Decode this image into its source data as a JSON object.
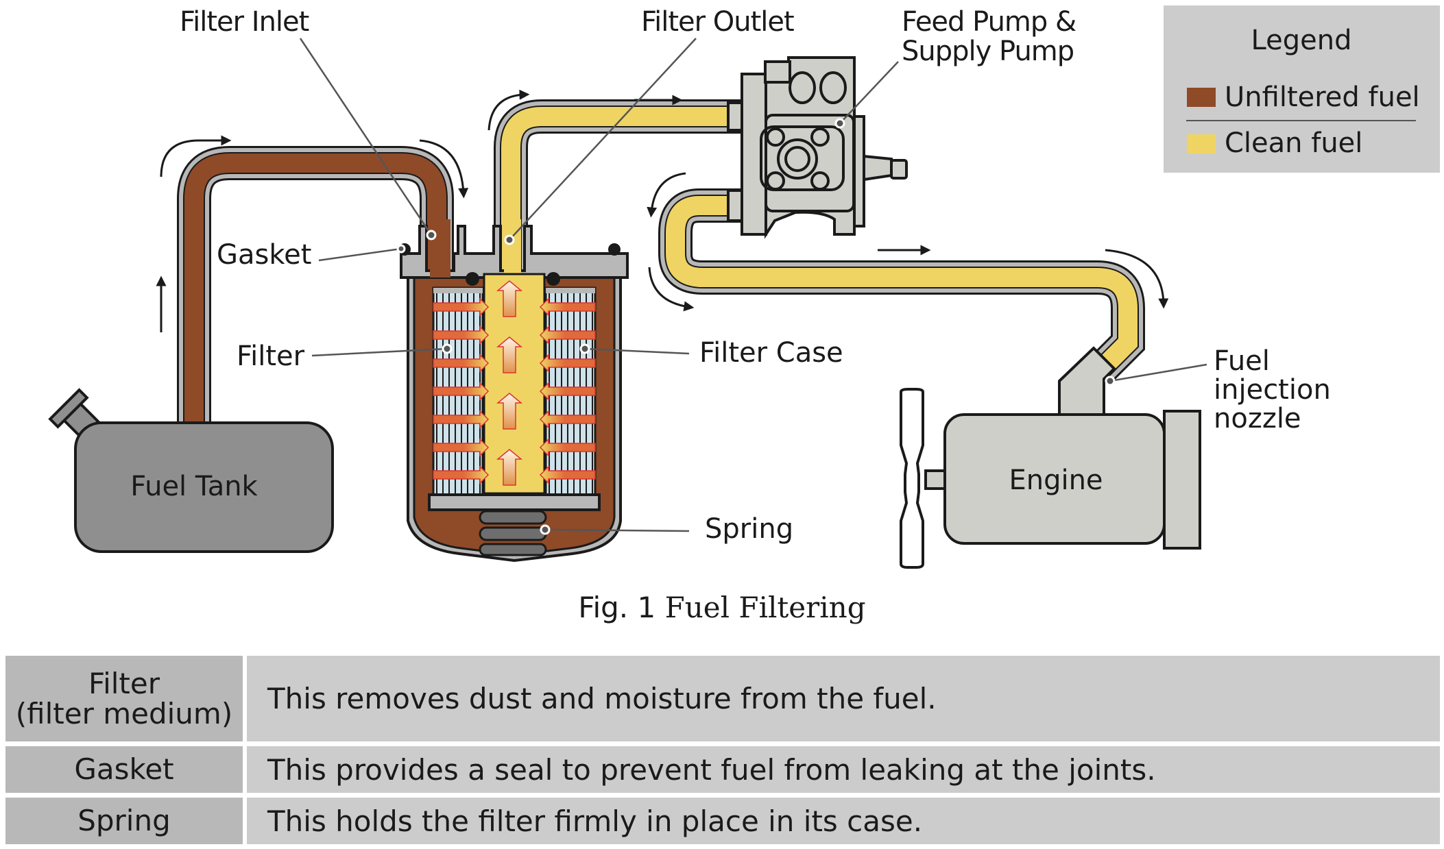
{
  "figure": {
    "caption_prefix": "Fig. 1",
    "caption_title": "Fuel Filtering"
  },
  "legend": {
    "title": "Legend",
    "items": [
      {
        "label": "Unfiltered fuel",
        "color": "#8f4a28"
      },
      {
        "label": "Clean fuel",
        "color": "#efd464"
      }
    ]
  },
  "colors": {
    "unfiltered": "#8f4a28",
    "clean": "#efd464",
    "pipe_wall": "#b8b8b8",
    "tank": "#8f8f8f",
    "machine": "#cfcfca",
    "filter_media": "#cfe2ea",
    "flow_arrow": "#e06a3a",
    "legend_bg": "#cccccc"
  },
  "labels": {
    "filter_inlet": "Filter Inlet",
    "filter_outlet": "Filter Outlet",
    "pump_line1": "Feed Pump &",
    "pump_line2": "Supply Pump",
    "gasket": "Gasket",
    "filter": "Filter",
    "filter_case": "Filter Case",
    "spring": "Spring",
    "fuel_tank": "Fuel Tank",
    "engine": "Engine",
    "nozzle_line1": "Fuel",
    "nozzle_line2": "injection",
    "nozzle_line3": "nozzle"
  },
  "table": {
    "rows": [
      {
        "name_line1": "Filter",
        "name_line2": "(filter medium)",
        "description": "This removes dust and moisture from the fuel."
      },
      {
        "name_line1": "Gasket",
        "name_line2": "",
        "description": "This provides a seal to prevent fuel from leaking at the joints."
      },
      {
        "name_line1": "Spring",
        "name_line2": "",
        "description": "This holds the filter firmly in place in its case."
      }
    ]
  }
}
